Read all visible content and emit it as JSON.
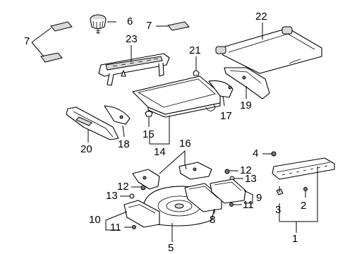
{
  "callouts": {
    "c1": "1",
    "c2": "2",
    "c3": "3",
    "c4": "4",
    "c5": "5",
    "c6": "6",
    "c7a": "7",
    "c7b": "7",
    "c8": "8",
    "c9": "9",
    "c10": "10",
    "c11a": "11",
    "c11b": "11",
    "c12a": "12",
    "c12b": "12",
    "c13a": "13",
    "c13b": "13",
    "c14": "14",
    "c15": "15",
    "c16": "16",
    "c17": "17",
    "c18": "18",
    "c19": "19",
    "c20": "20",
    "c21": "21",
    "c22": "22",
    "c23": "23"
  }
}
